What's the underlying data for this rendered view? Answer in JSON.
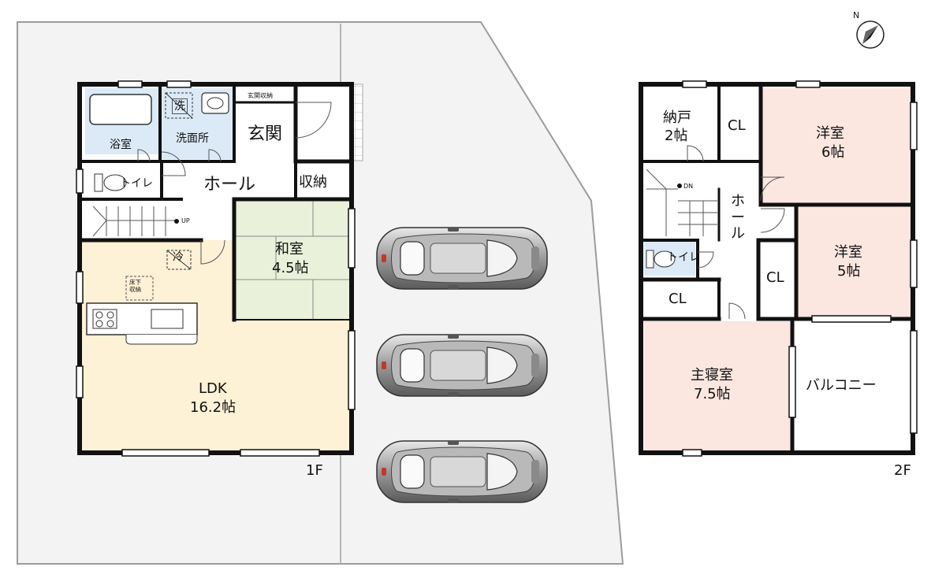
{
  "floors": [
    {
      "id": "1F",
      "label": "1F",
      "rooms": {
        "bath": "浴室",
        "washroom": "洗面所",
        "washer": "洗",
        "entrance": "玄関",
        "entrance_storage": "玄関収納",
        "toilet": "トイレ",
        "hall": "ホール",
        "storage": "収納",
        "up": "UP",
        "washitsu_name": "和室",
        "washitsu_size": "4.5帖",
        "fridge": "冷",
        "underfloor_storage": "床下\n収納",
        "ldk_name": "LDK",
        "ldk_size": "16.2帖"
      }
    },
    {
      "id": "2F",
      "label": "2F",
      "rooms": {
        "nando_name": "納戸",
        "nando_size": "2帖",
        "cl": "CL",
        "western_a_name": "洋室",
        "western_a_size": "6帖",
        "dn": "DN",
        "hall": "ホール",
        "toilet": "トイレ",
        "western_b_name": "洋室",
        "western_b_size": "5帖",
        "master_name": "主寝室",
        "master_size": "7.5帖",
        "balcony": "バルコニー"
      }
    }
  ],
  "parking": {
    "car_count": 3
  },
  "compass": {
    "label": "N"
  },
  "colors": {
    "wall": "#111111",
    "lot_fill": "#f3f3f3",
    "ldk_fill": "#fdf1d6",
    "washitsu_fill": "#e9f1da",
    "wet_fill": "#dbeaf6",
    "bedroom_fill": "#fbe6e0",
    "tile": "#bfbfbf"
  }
}
